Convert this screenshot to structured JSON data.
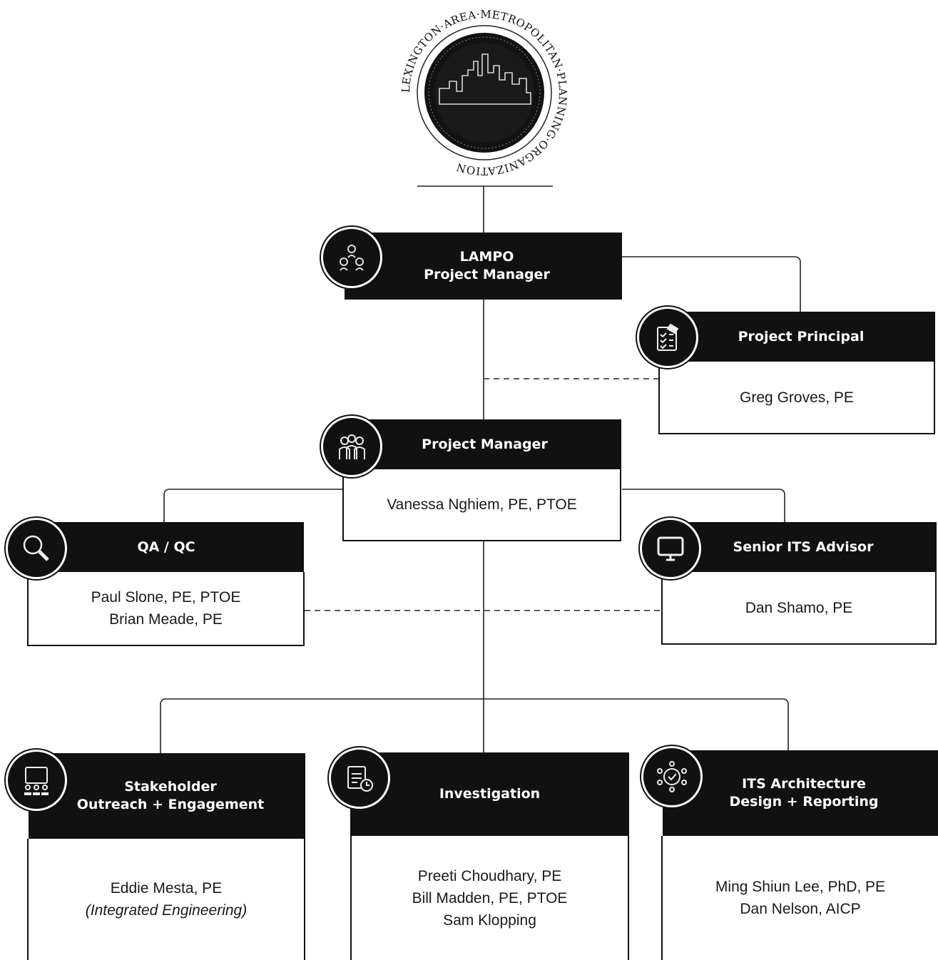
{
  "logo": {
    "ring_text": "LEXINGTON·AREA·METROPOLITAN·PLANNING·ORGANIZATION"
  },
  "boxes": {
    "lampo": {
      "title_line1": "LAMPO",
      "title_line2": "Project Manager",
      "icon": "people-circle-icon"
    },
    "principal": {
      "title": "Project Principal",
      "names": [
        "Greg Groves, PE"
      ],
      "icon": "clipboard-checklist-icon"
    },
    "pm": {
      "title": "Project Manager",
      "names": [
        "Vanessa Nghiem, PE, PTOE"
      ],
      "icon": "team-icon"
    },
    "qaqc": {
      "title": "QA / QC",
      "names": [
        "Paul Slone, PE, PTOE",
        "Brian Meade, PE"
      ],
      "icon": "magnifier-icon"
    },
    "its_advisor": {
      "title": "Senior ITS Advisor",
      "names": [
        "Dan Shamo, PE"
      ],
      "icon": "monitor-icon"
    },
    "stakeholder": {
      "title_line1": "Stakeholder",
      "title_line2": "Outreach + Engagement",
      "names": [
        "Eddie Mesta, PE"
      ],
      "note": "(Integrated Engineering)",
      "icon": "presentation-icon"
    },
    "investigation": {
      "title": "Investigation",
      "names": [
        "Preeti Choudhary, PE",
        "Bill Madden, PE, PTOE",
        "Sam Klopping"
      ],
      "icon": "clipboard-clock-icon"
    },
    "its_arch": {
      "title_line1": "ITS Architecture",
      "title_line2": "Design + Reporting",
      "names": [
        "Ming Shiun Lee, PhD, PE",
        "Dan Nelson, AICP"
      ],
      "icon": "network-icon"
    }
  },
  "colors": {
    "header": "#111111",
    "line": "#222222",
    "background": "#ffffff"
  }
}
